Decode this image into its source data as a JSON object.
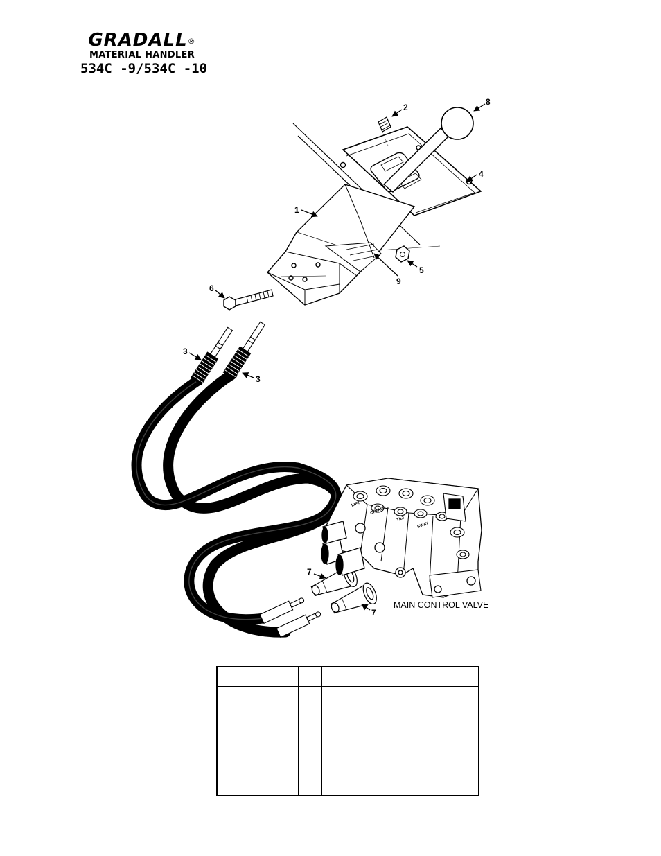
{
  "header": {
    "brand": "GRADALL",
    "registered_mark": "®",
    "subtitle": "MATERIAL HANDLER",
    "model": "534C -9/534C -10"
  },
  "callouts": {
    "c1": "1",
    "c2": "2",
    "c3a": "3",
    "c3b": "3",
    "c4": "4",
    "c5": "5",
    "c6": "6",
    "c7a": "7",
    "c7b": "7",
    "c8": "8",
    "c9": "9"
  },
  "valve": {
    "label": "MAIN CONTROL VALVE",
    "section_tags": [
      "LIFT",
      "CROWD",
      "TILT",
      "SWAY"
    ]
  },
  "parts_table": {
    "columns": 4,
    "header_labels": [
      "",
      "",
      "",
      ""
    ],
    "rows": []
  }
}
